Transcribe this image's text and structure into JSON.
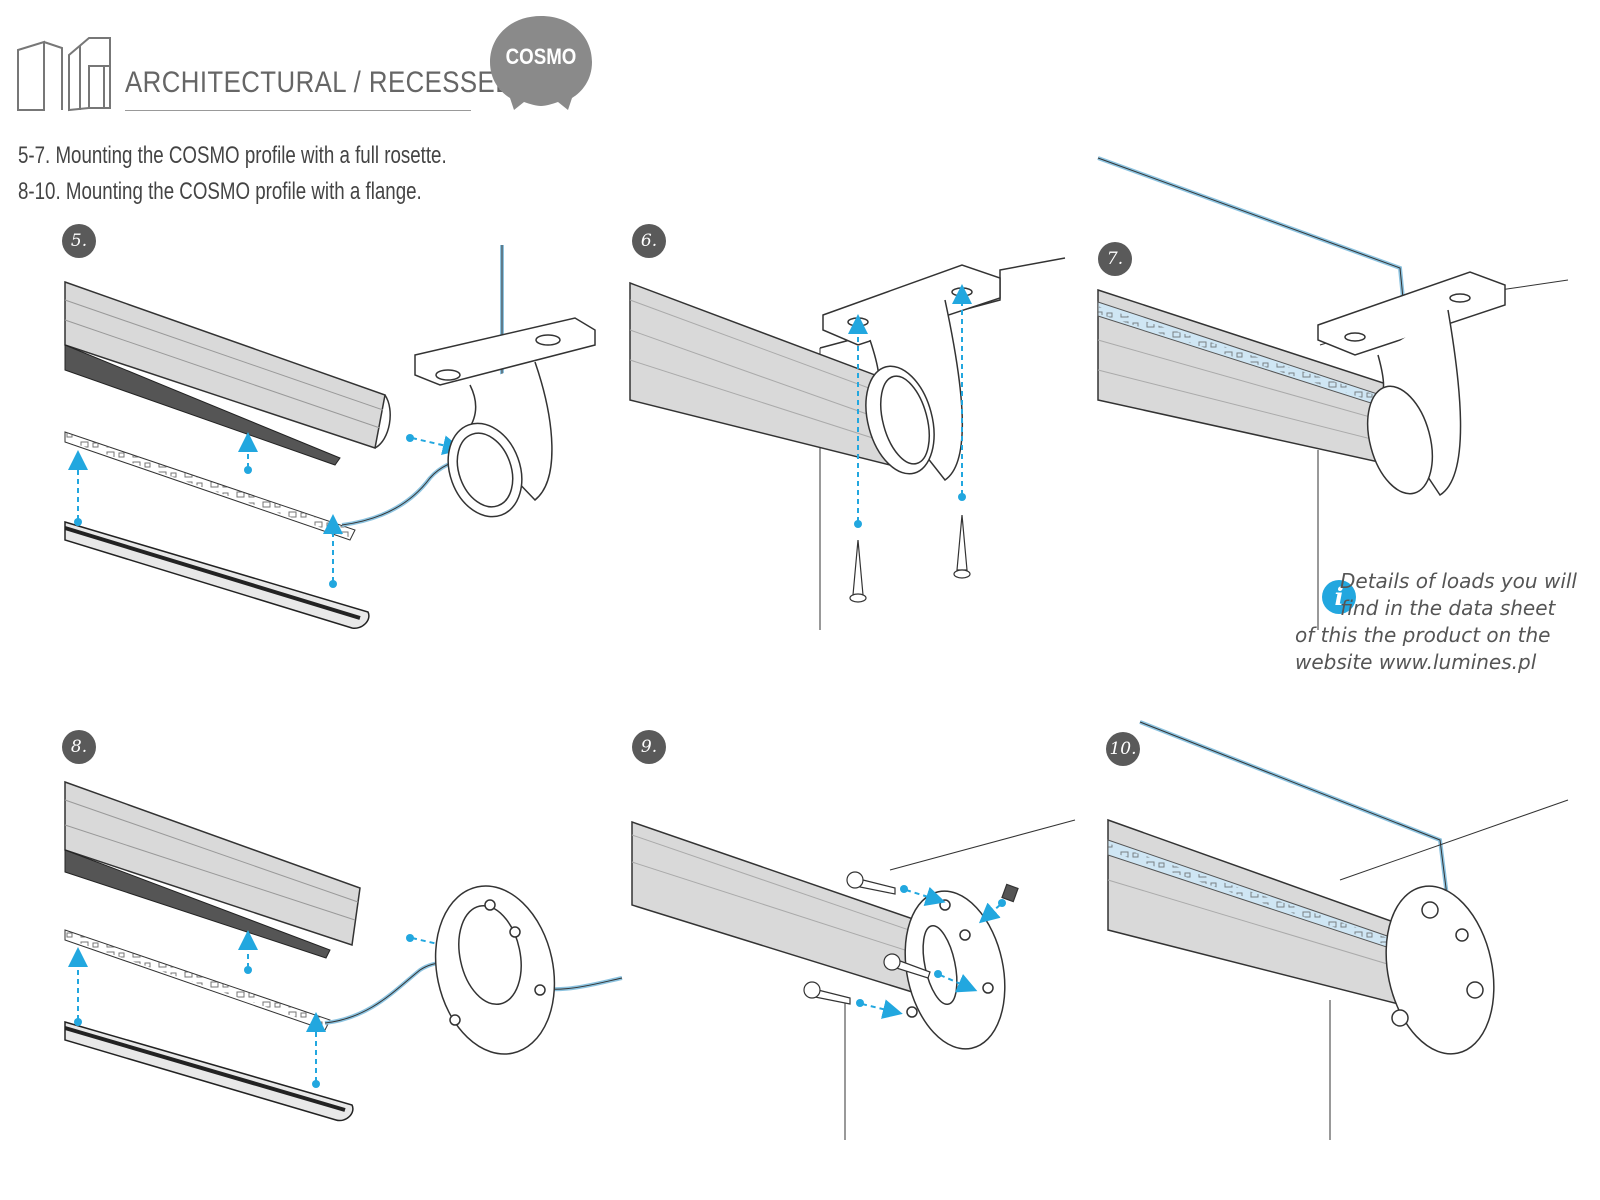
{
  "header": {
    "category": "ARCHITECTURAL / RECESSED",
    "product_badge": "COSMO",
    "category_icon": "building-outline-icon"
  },
  "intro": {
    "line1": "5-7. Mounting the COSMO profile with a full rosette.",
    "line2": "8-10. Mounting the COSMO profile with a flange."
  },
  "steps": [
    {
      "label": "5."
    },
    {
      "label": "6."
    },
    {
      "label": "7."
    },
    {
      "label": "8."
    },
    {
      "label": "9."
    },
    {
      "label": "10."
    }
  ],
  "note": {
    "icon": "info-icon",
    "icon_glyph": "i",
    "line1": "Details of loads you will",
    "line2": "find in the data sheet",
    "line3": "of this the product on the",
    "line4": "website www.lumines.pl"
  },
  "colors": {
    "accent": "#22a7df",
    "profile_fill": "#d9d9d9",
    "outline": "#333333",
    "badge_fill": "#8a8a8a",
    "step_badge": "#5a5a5a"
  }
}
